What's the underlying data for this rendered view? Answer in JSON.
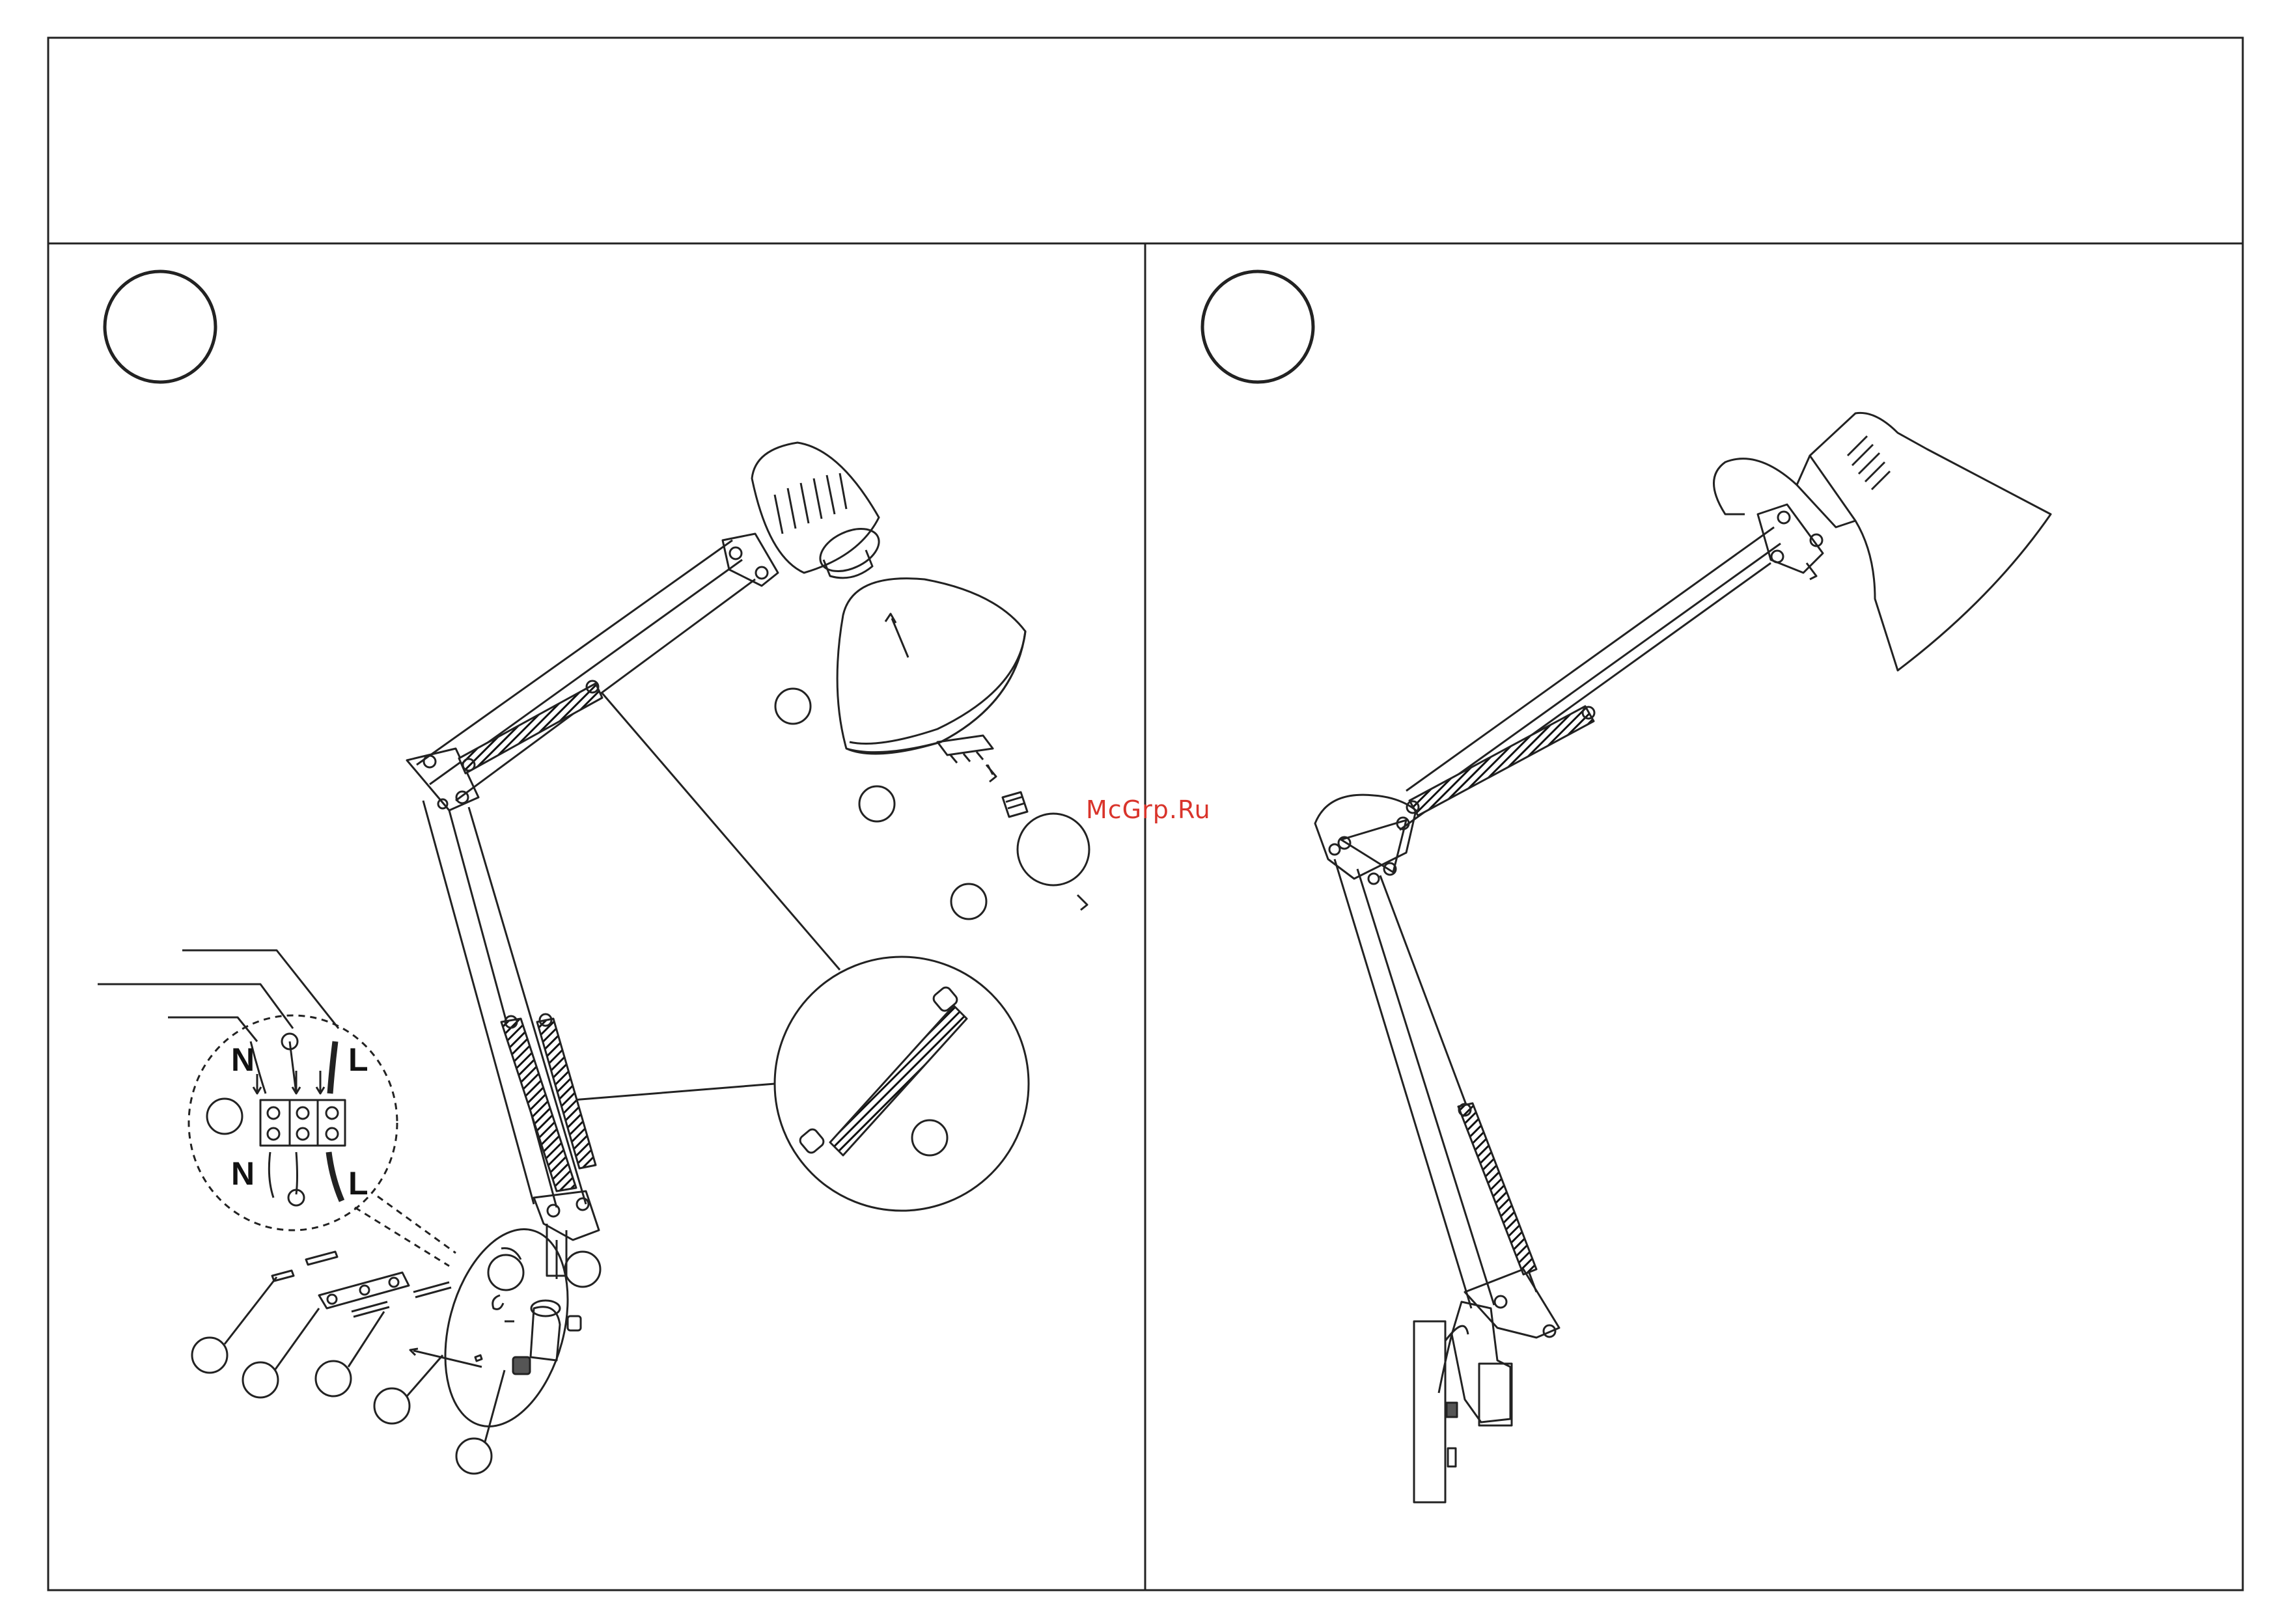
{
  "watermark": "McGrp.Ru",
  "wiring": {
    "neutral_top": "N",
    "live_top": "L",
    "neutral_bottom": "N",
    "live_bottom": "L"
  }
}
